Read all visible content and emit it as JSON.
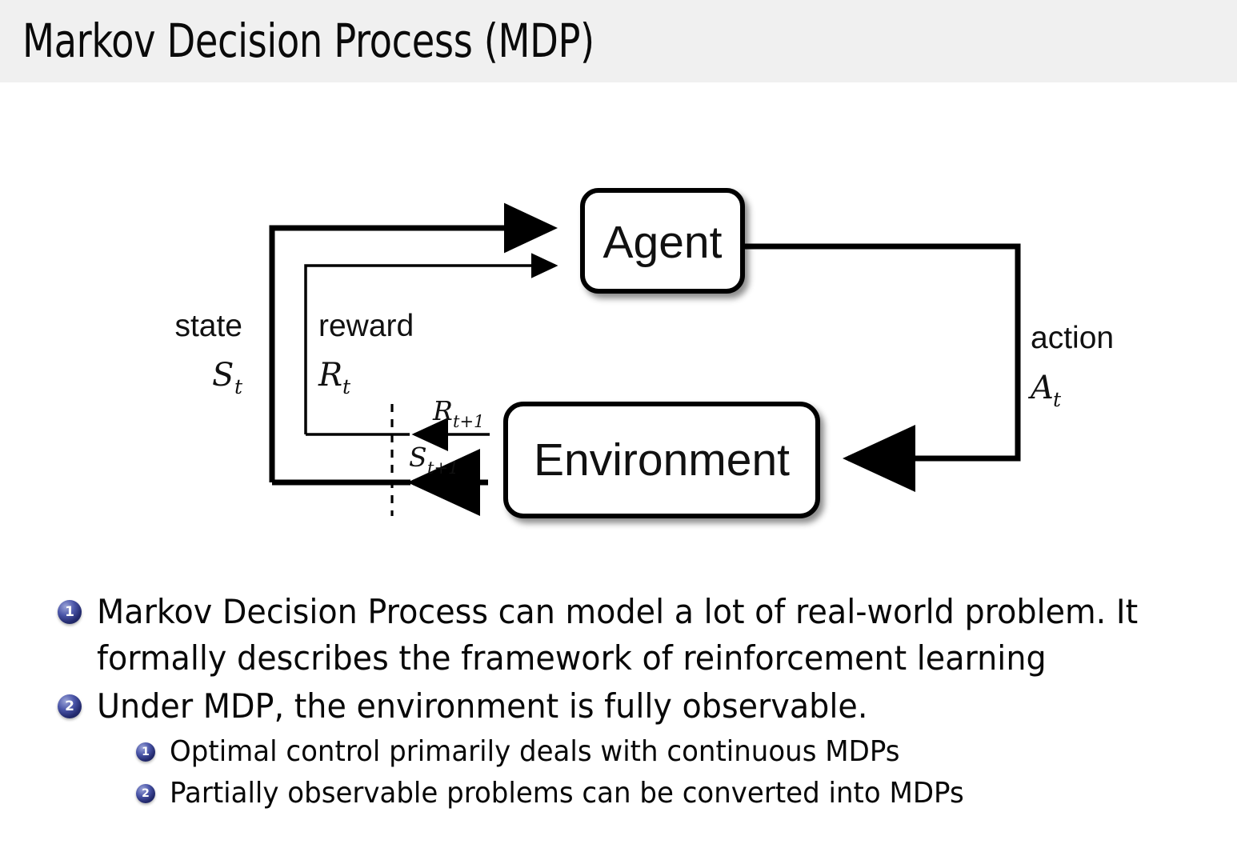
{
  "slide": {
    "title": "Markov Decision Process (MDP)",
    "header_bg": "#f0f0f0",
    "page_bg": "#ffffff",
    "accent_bullet_color": "#232a6e"
  },
  "diagram": {
    "name": "agent-environment-interaction-loop",
    "nodes": {
      "agent": "Agent",
      "environment": "Environment"
    },
    "labels": {
      "state_word": "state",
      "state_sym": "S",
      "state_sub": "t",
      "reward_word": "reward",
      "reward_sym": "R",
      "reward_sub": "t",
      "action_word": "action",
      "action_sym": "A",
      "action_sub": "t",
      "reward_next_sym": "R",
      "reward_next_sub": "t+1",
      "state_next_sym": "S",
      "state_next_sub": "t+1"
    }
  },
  "bullets": [
    {
      "level": 1,
      "number": "1",
      "lines": [
        "Markov Decision Process can model a lot of real-world problem.  It",
        "formally describes the framework of reinforcement learning"
      ]
    },
    {
      "level": 1,
      "number": "2",
      "lines": [
        "Under MDP, the environment is fully observable."
      ]
    },
    {
      "level": 2,
      "number": "1",
      "lines": [
        "Optimal control primarily deals with continuous MDPs"
      ]
    },
    {
      "level": 2,
      "number": "2",
      "lines": [
        "Partially observable problems can be converted into MDPs"
      ]
    }
  ]
}
